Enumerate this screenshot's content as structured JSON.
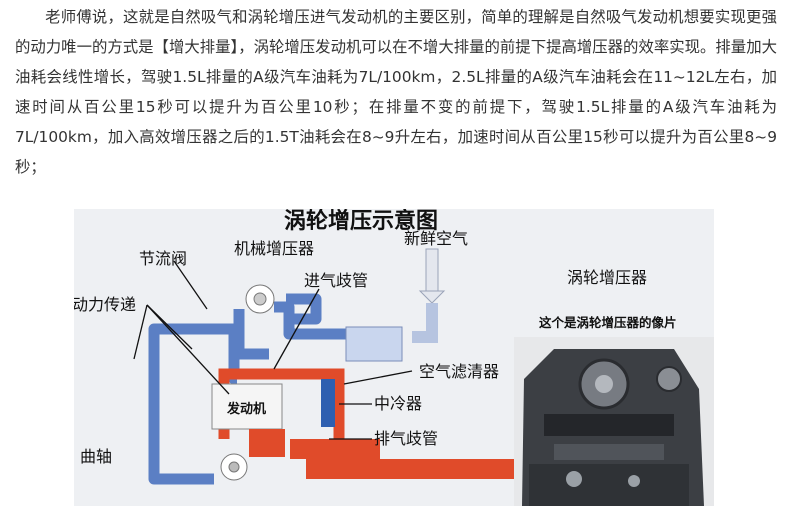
{
  "article": {
    "paragraph": "老师傅说，这就是自然吸气和涡轮增压进气发动机的主要区别，简单的理解是自然吸气发动机想要实现更强的动力唯一的方式是【增大排量】，涡轮增压发动机可以在不增大排量的前提下提高增压器的效率实现。排量加大油耗会线性增长，驾驶1.5L排量的A级汽车油耗为7L/100km，2.5L排量的A级汽车油耗会在11~12L左右，加速时间从百公里15秒可以提升为百公里10秒；在排量不变的前提下，驾驶1.5L排量的A级汽车油耗为7L/100km，加入高效增压器之后的1.5T油耗会在8~9升左右，加速时间从百公里15秒可以提升为百公里8~9秒；"
  },
  "diagram": {
    "title": "涡轮增压示意图",
    "labels": {
      "throttle": "节流阀",
      "mechanical_supercharger": "机械增压器",
      "fresh_air": "新鲜空气",
      "power_transfer": "动力传递",
      "intake_manifold": "进气歧管",
      "turbo": "涡轮增压器",
      "photo_caption": "这个是涡轮增压器的像片",
      "air_filter": "空气滤清器",
      "engine": "发动机",
      "intercooler": "中冷器",
      "exhaust_manifold": "排气歧管",
      "crankshaft": "曲轴"
    },
    "colors": {
      "title": "#c1272d",
      "pipe_blue": "#5b7fc4",
      "pipe_red": "#e04b2a",
      "intercooler": "#2e5fb0",
      "filter": "#c9d6ee",
      "caption": "#d42020"
    }
  }
}
